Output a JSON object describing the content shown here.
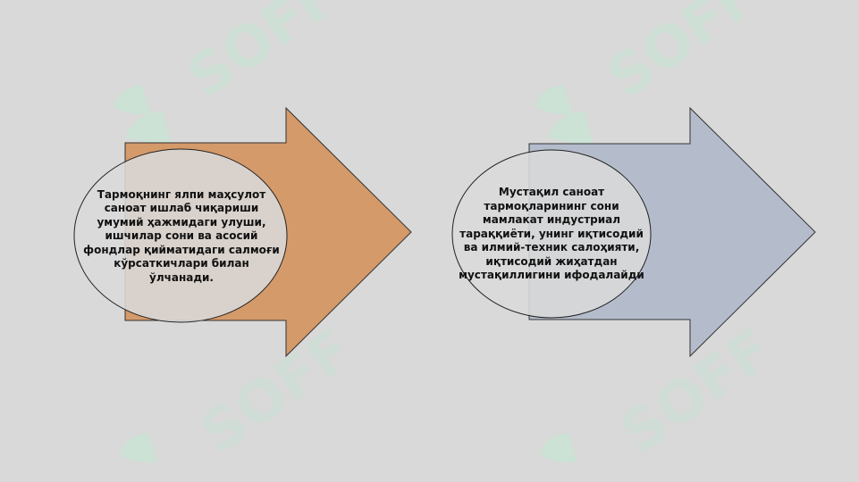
{
  "colors": {
    "background": "#d9d9d9",
    "arrow_1_fill": "#d49a6a",
    "arrow_2_fill": "#b4bccc",
    "ellipse_fill": "#d9d9d9",
    "outline": "#333333",
    "watermark": "#bfe9d2"
  },
  "watermark": {
    "text": "SOFF",
    "logo_icon": "leaf-logo-icon"
  },
  "blocks": [
    {
      "text": "Тармоқнинг ялпи маҳсулот саноат ишлаб чиқариши умумий ҳажмидаги улуши, ишчилар сони ва асосий фондлар қийматидаги салмоғи кўрсаткичлари билан ўлчанади."
    },
    {
      "text": "Мустақил саноат тармоқларининг сони мамлакат индустриал тараққиёти, унинг иқтисодий ва илмий-техник салоҳияти, иқтисодий жиҳатдан мустақиллигини ифодалайди"
    }
  ]
}
